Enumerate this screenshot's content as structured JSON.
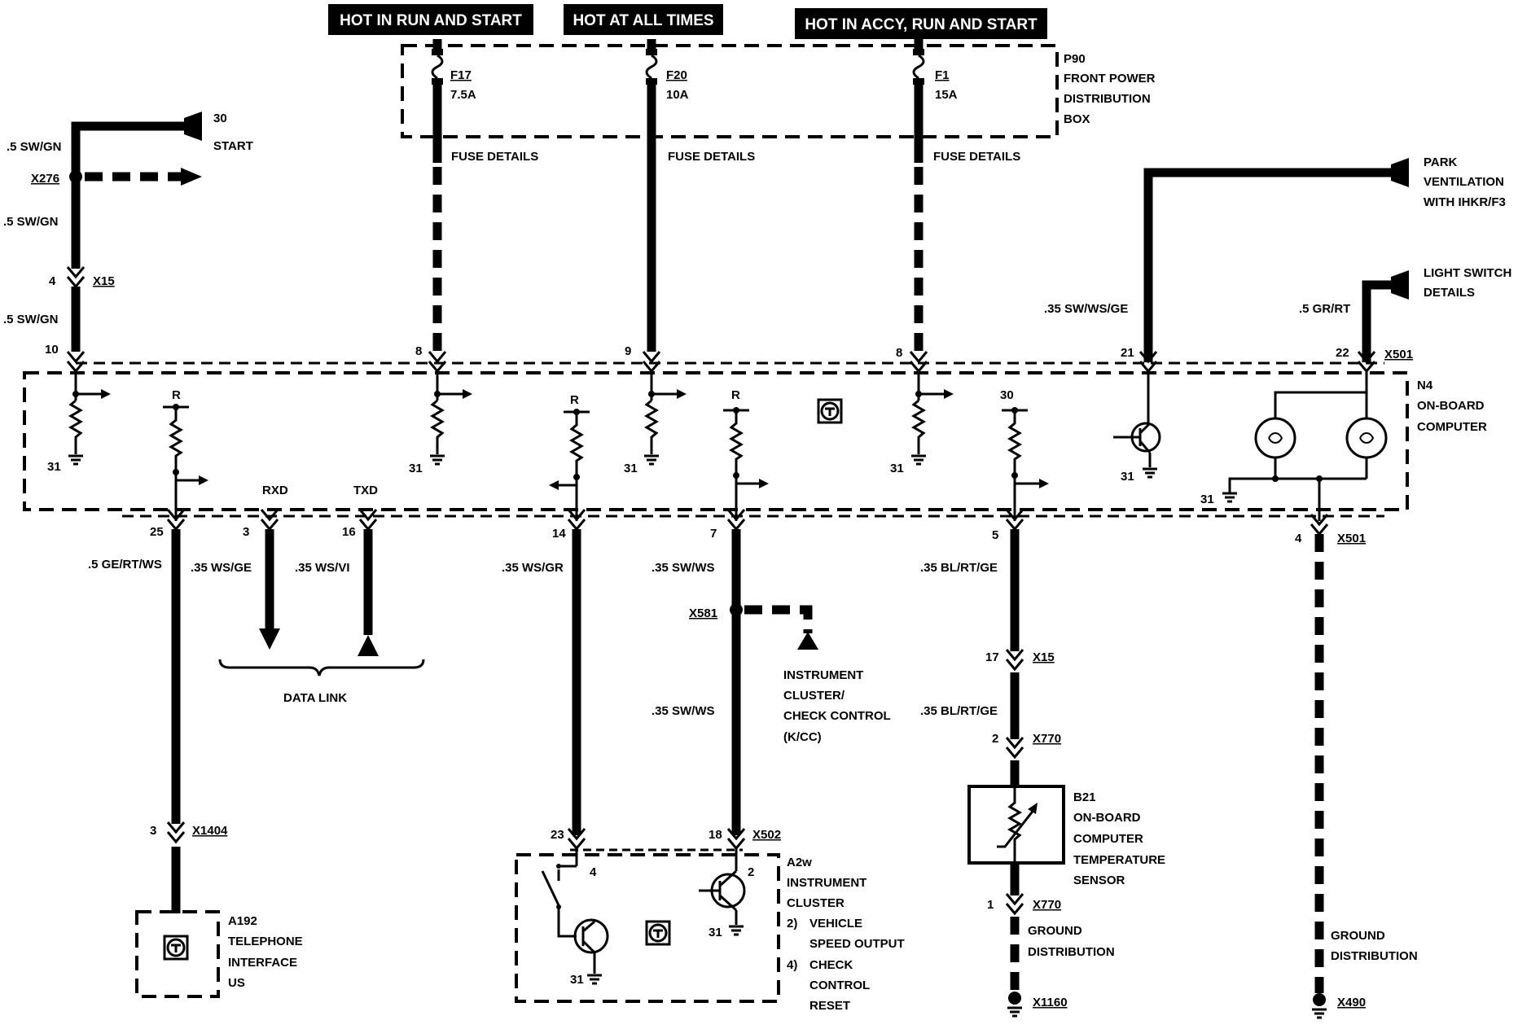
{
  "headers": {
    "run_start": "HOT IN RUN AND START",
    "all_times": "HOT AT ALL TIMES",
    "accy_run_start": "HOT IN ACCY, RUN AND START"
  },
  "fuse_box": {
    "name": "P90",
    "line1": "FRONT POWER",
    "line2": "DISTRIBUTION",
    "line3": "BOX",
    "fuses": [
      {
        "id": "F17",
        "rating": "7.5A",
        "details": "FUSE DETAILS"
      },
      {
        "id": "F20",
        "rating": "10A",
        "details": "FUSE DETAILS"
      },
      {
        "id": "F1",
        "rating": "15A",
        "details": "FUSE DETAILS"
      }
    ]
  },
  "start_circuit": {
    "pin30": "30",
    "start": "START",
    "wire1": ".5 SW/GN",
    "x276": "X276",
    "wire2": ".5 SW/GN",
    "x15_pin": "4",
    "x15": "X15",
    "wire3": ".5 SW/GN",
    "pin10": "10"
  },
  "top_pins": {
    "f17": "8",
    "f20": "9",
    "f1": "8",
    "p21": "21",
    "p22": "22",
    "x501": "X501"
  },
  "right_inputs": {
    "park_line1": "PARK",
    "park_line2": "VENTILATION",
    "park_line3": "WITH IHKR/F3",
    "park_wire": ".35 SW/WS/GE",
    "light_line1": "LIGHT SWITCH",
    "light_line2": "DETAILS",
    "light_wire": ".5 GR/RT"
  },
  "module": {
    "name": "N4",
    "line1": "ON-BOARD",
    "line2": "COMPUTER",
    "r": "R",
    "ground": "31",
    "pin30": "30",
    "rxd": "RXD",
    "txd": "TXD"
  },
  "bottom_pins": {
    "p25": "25",
    "p3": "3",
    "p16": "16",
    "p14": "14",
    "p7": "7",
    "p5": "5",
    "p4": "4",
    "x501": "X501"
  },
  "wires": {
    "w25": ".5 GE/RT/WS",
    "w3": ".35 WS/GE",
    "w16": ".35 WS/VI",
    "w14": ".35 WS/GR",
    "w7": ".35 SW/WS",
    "w7b": ".35 SW/WS",
    "w5": ".35 BL/RT/GE",
    "w5b": ".35 BL/RT/GE"
  },
  "data_link": "DATA LINK",
  "telephone": {
    "x1404_pin": "3",
    "x1404": "X1404",
    "name": "A192",
    "line1": "TELEPHONE",
    "line2": "INTERFACE",
    "line3": "US"
  },
  "cluster": {
    "x581": "X581",
    "kcc1": "INSTRUMENT",
    "kcc2": "CLUSTER/",
    "kcc3": "CHECK CONTROL",
    "kcc4": "(K/CC)",
    "pin23": "23",
    "pin18": "18",
    "x502": "X502",
    "pin4": "4",
    "pin2": "2",
    "ground": "31",
    "name": "A2w",
    "line1": "INSTRUMENT",
    "line2": "CLUSTER",
    "note1a": "2)",
    "note1b": "VEHICLE",
    "note1c": "SPEED OUTPUT",
    "note2a": "4)",
    "note2b": "CHECK",
    "note2c": "CONTROL",
    "note2d": "RESET"
  },
  "sensor": {
    "x15_pin": "17",
    "x15": "X15",
    "x770_pin": "2",
    "x770": "X770",
    "name": "B21",
    "line1": "ON-BOARD",
    "line2": "COMPUTER",
    "line3": "TEMPERATURE",
    "line4": "SENSOR",
    "x770b_pin": "1",
    "x770b": "X770",
    "gd1": "GROUND",
    "gd2": "DISTRIBUTION",
    "x1160": "X1160"
  },
  "ground_right": {
    "gd1": "GROUND",
    "gd2": "DISTRIBUTION",
    "x490": "X490"
  }
}
